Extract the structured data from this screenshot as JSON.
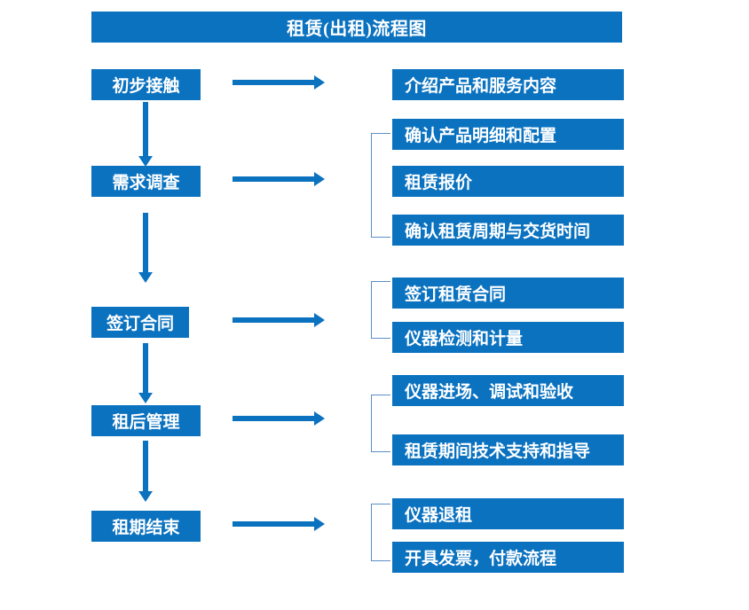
{
  "diagram": {
    "title": "租赁(出租)流程图",
    "accent_color": "#0B72C0",
    "bracket_color": "#5B8FC7",
    "background_color": "#FFFFFF",
    "stages": [
      {
        "id": "stage-1",
        "label": "初步接触",
        "details": [
          "介绍产品和服务内容"
        ]
      },
      {
        "id": "stage-2",
        "label": "需求调查",
        "details": [
          "确认产品明细和配置",
          "租赁报价",
          "确认租赁周期与交货时间"
        ]
      },
      {
        "id": "stage-3",
        "label": "签订合同",
        "details": [
          "签订租赁合同",
          "仪器检测和计量"
        ]
      },
      {
        "id": "stage-4",
        "label": "租后管理",
        "details": [
          "仪器进场、调试和验收",
          "租赁期间技术支持和指导"
        ]
      },
      {
        "id": "stage-5",
        "label": "租期结束",
        "details": [
          "仪器退租",
          "开具发票，付款流程"
        ]
      }
    ]
  }
}
